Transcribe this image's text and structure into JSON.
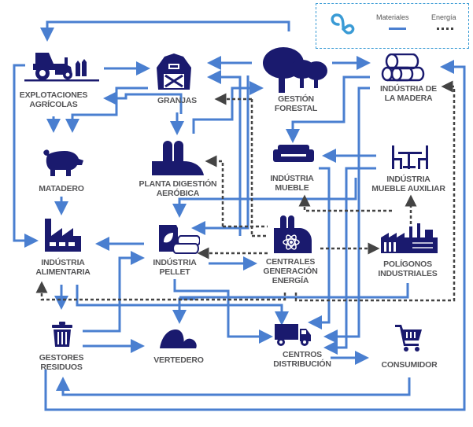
{
  "legend": {
    "items": [
      {
        "label": "Materiales",
        "style": "solid"
      },
      {
        "label": "Energía",
        "style": "dotted"
      }
    ],
    "logo": "circular-economy-logo"
  },
  "colors": {
    "icon": "#1a1a6e",
    "material_flow": "#4a7fd0",
    "energy_flow": "#444444",
    "label": "#555557",
    "legend_border": "#3a9bd5"
  },
  "nodes": {
    "explotaciones": {
      "line1": "EXPLOTACIONES",
      "line2": "AGRÍCOLAS",
      "icon": "tractor-icon"
    },
    "granjas": {
      "line1": "GRANJAS",
      "icon": "barn-icon"
    },
    "gestion_forestal": {
      "line1": "GESTIÓN",
      "line2": "FORESTAL",
      "icon": "trees-icon"
    },
    "industria_madera": {
      "line1": "INDÚSTRIA DE",
      "line2": "LA MADERA",
      "icon": "logs-icon"
    },
    "matadero": {
      "line1": "MATADERO",
      "icon": "pig-icon"
    },
    "planta_digestion": {
      "line1": "PLANTA DIGESTIÓN",
      "line2": "AERÓBICA",
      "icon": "digester-plant-icon"
    },
    "industria_mueble": {
      "line1": "INDÚSTRIA",
      "line2": "MUEBLE",
      "icon": "sofa-icon"
    },
    "mueble_auxiliar": {
      "line1": "INDÚSTRIA",
      "line2": "MUEBLE AUXILIAR",
      "icon": "table-chairs-icon"
    },
    "industria_alimentaria": {
      "line1": "INDÚSTRIA",
      "line2": "ALIMENTARIA",
      "icon": "factory-icon"
    },
    "industria_pellet": {
      "line1": "INDÚSTRIA",
      "line2": "PELLET",
      "icon": "pellet-bag-icon"
    },
    "centrales_energia": {
      "line1": "CENTRALES",
      "line2": "GENERACIÓN",
      "line3": "ENERGÍA",
      "icon": "power-plant-icon"
    },
    "poligonos": {
      "line1": "POLÍGONOS",
      "line2": "INDUSTRIALES",
      "icon": "industrial-park-icon"
    },
    "gestores_residuos": {
      "line1": "GESTORES",
      "line2": "RESIDUOS",
      "icon": "trash-icon"
    },
    "vertedero": {
      "line1": "VERTEDERO",
      "icon": "landfill-rocks-icon"
    },
    "centros_distribucion": {
      "line1": "CENTROS",
      "line2": "DISTRIBUCIÓN",
      "icon": "truck-icon"
    },
    "consumidor": {
      "line1": "CONSUMIDOR",
      "icon": "shopping-cart-icon"
    }
  }
}
